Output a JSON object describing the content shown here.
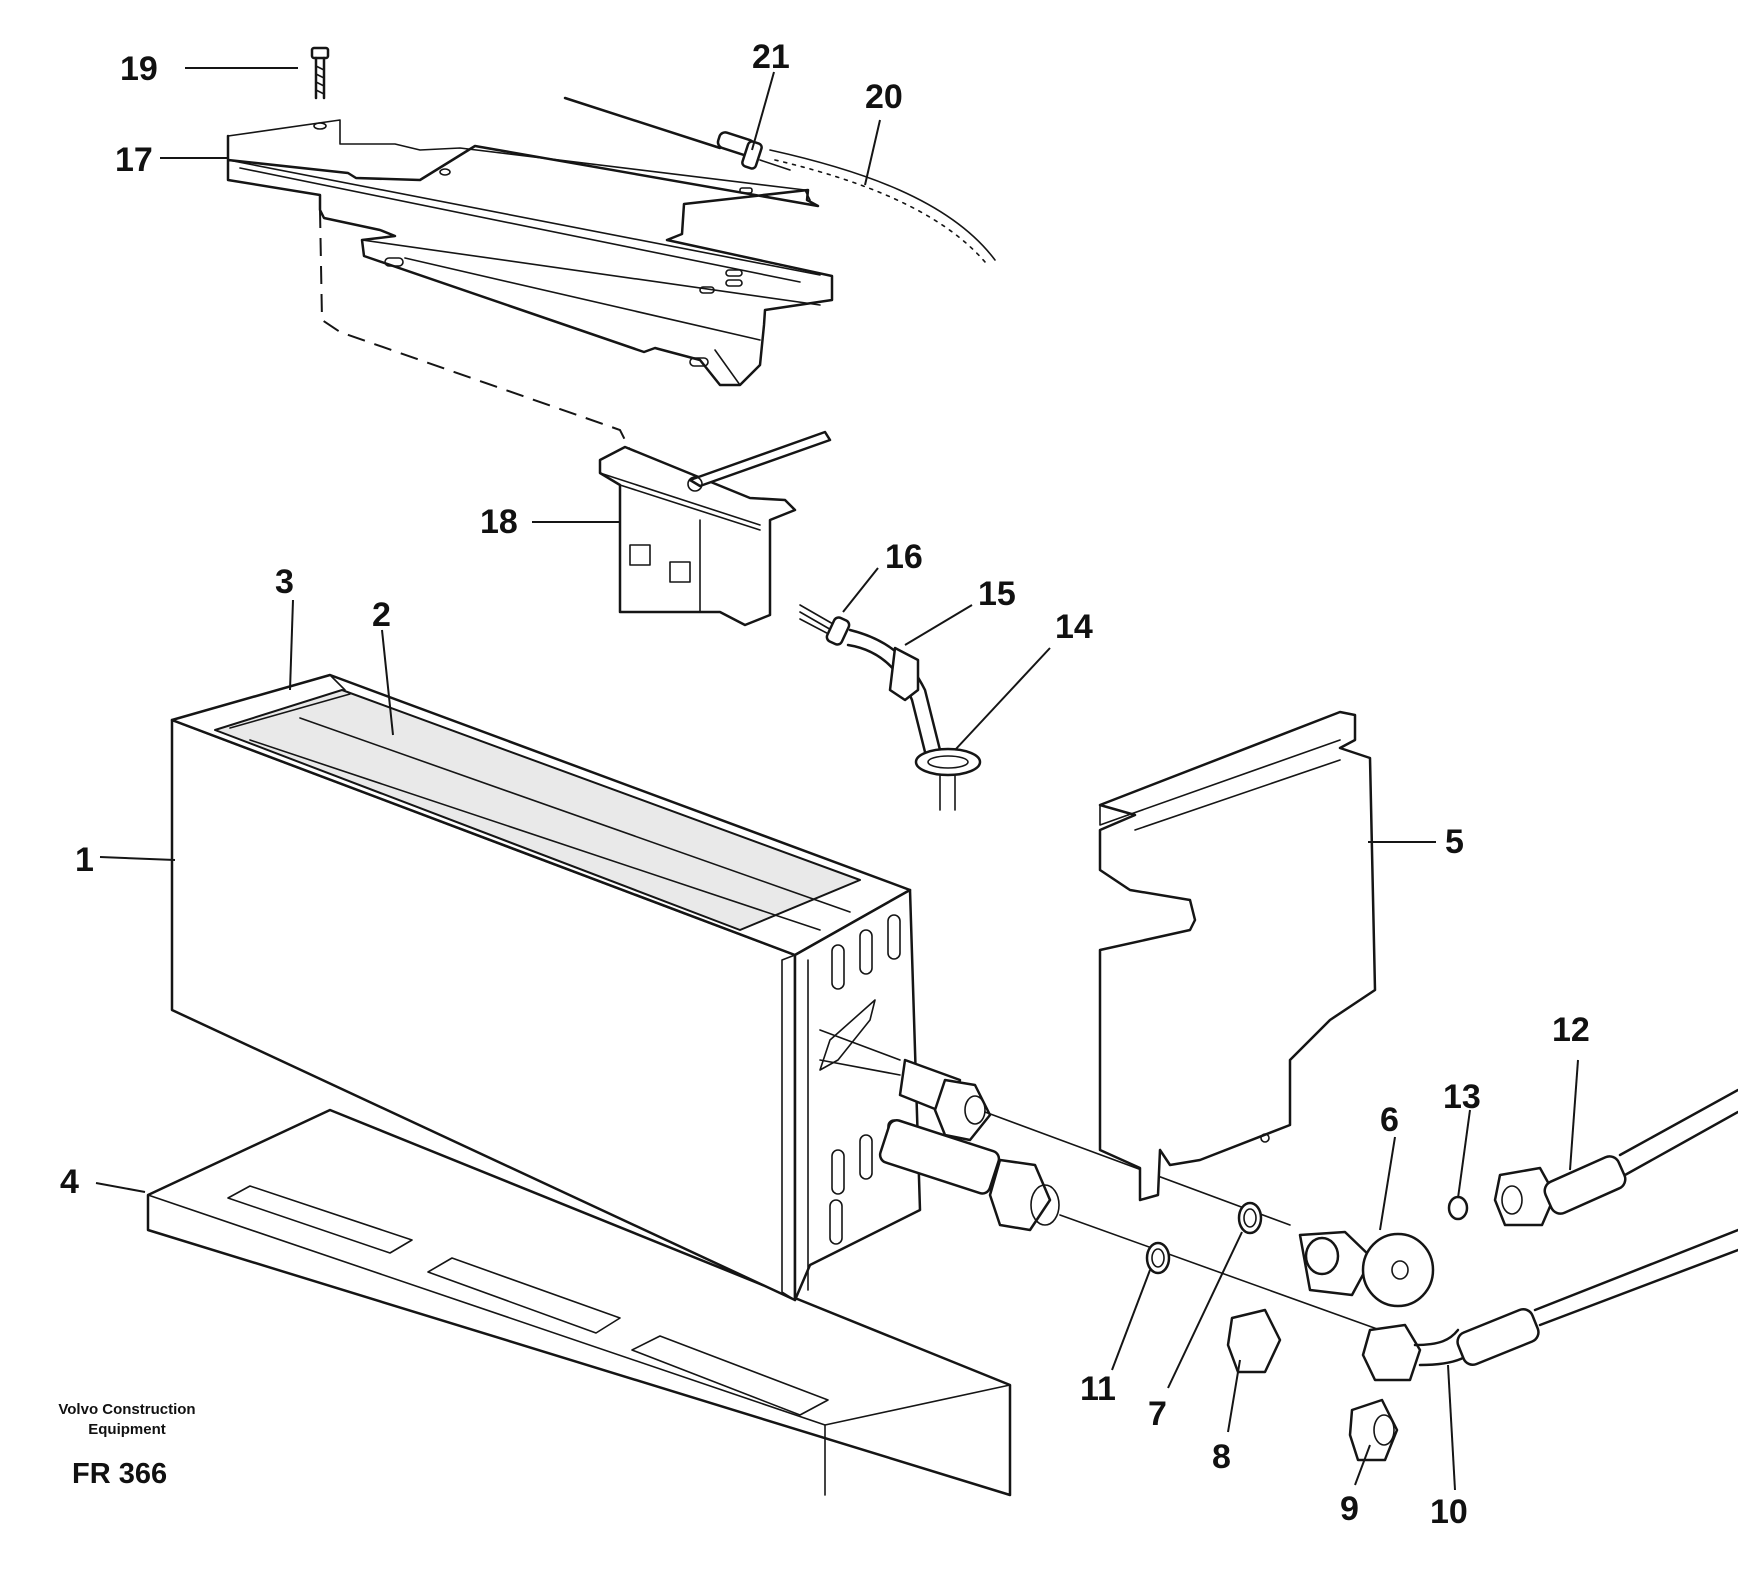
{
  "diagram": {
    "callouts": [
      "1",
      "2",
      "3",
      "4",
      "5",
      "6",
      "7",
      "8",
      "9",
      "10",
      "11",
      "12",
      "13",
      "14",
      "15",
      "16",
      "17",
      "18",
      "19",
      "20",
      "21"
    ]
  },
  "footer": {
    "brand_line1": "Volvo Construction",
    "brand_line2": "Equipment",
    "code": "FR 366"
  },
  "colors": {
    "ink": "#151515",
    "paper": "#ffffff"
  }
}
